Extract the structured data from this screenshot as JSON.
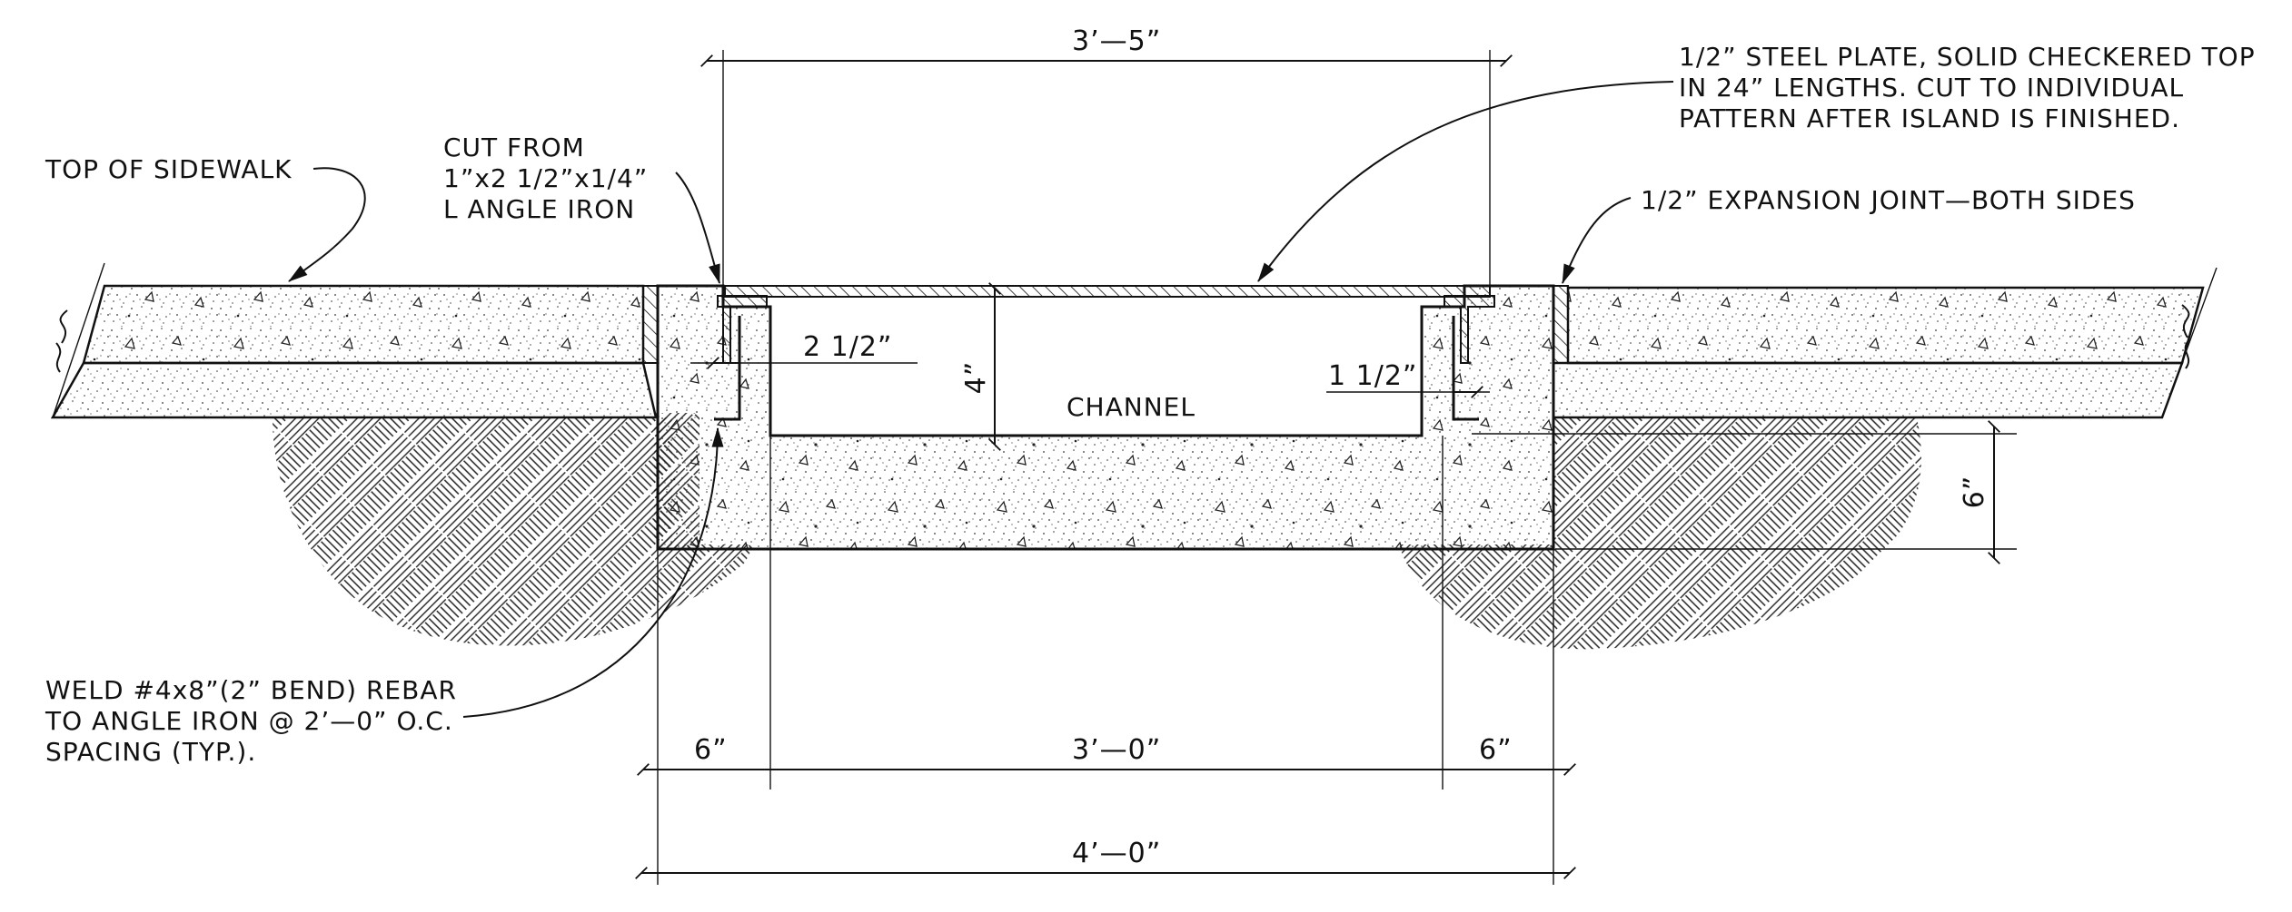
{
  "labels": {
    "top_of_sidewalk": "TOP OF SIDEWALK",
    "cut_from_1": "CUT FROM",
    "cut_from_2": "1”x2 1/2”x1/4”",
    "cut_from_3": "L ANGLE IRON",
    "steel_plate_1": "1/2” STEEL PLATE, SOLID CHECKERED TOP",
    "steel_plate_2": "IN 24” LENGTHS.  CUT TO INDIVIDUAL",
    "steel_plate_3": "PATTERN AFTER ISLAND IS FINISHED.",
    "expansion_joint": "1/2” EXPANSION JOINT—BOTH SIDES",
    "channel": "CHANNEL",
    "weld_1": "WELD #4x8”(2” BEND) REBAR",
    "weld_2": "TO ANGLE IRON @ 2’—0” O.C.",
    "weld_3": "SPACING (TYP.)."
  },
  "dimensions": {
    "top_span": "3’—5”",
    "channel_depth": "4”",
    "left_inset": "2 1/2”",
    "right_inset": "1 1/2”",
    "base_thickness": "6”",
    "left_wall": "6”",
    "channel_width": "3’—0”",
    "right_wall": "6”",
    "overall_width": "4’—0”"
  }
}
